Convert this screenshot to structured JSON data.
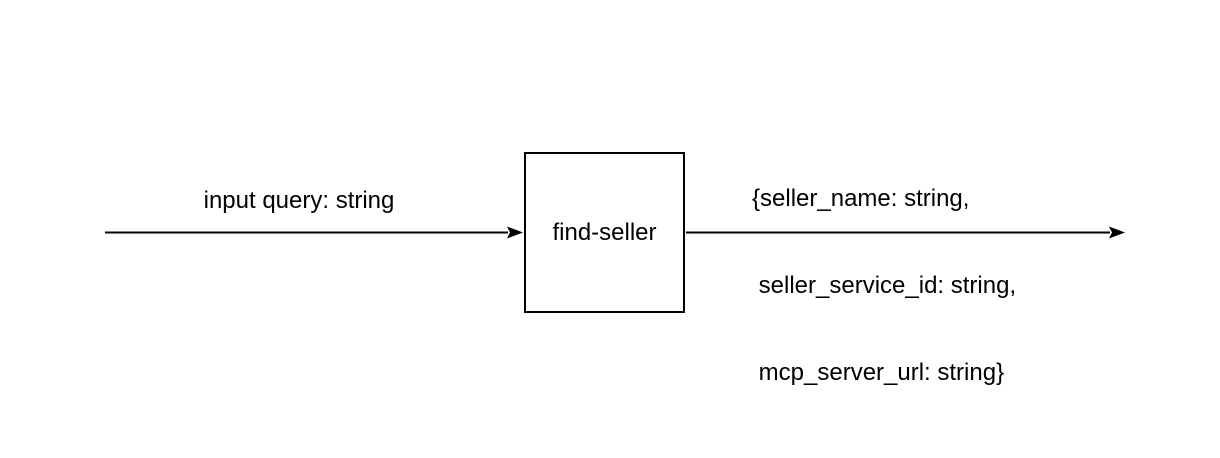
{
  "diagram": {
    "input_label": "input query: string",
    "node_label": "find-seller",
    "output_lines": [
      "{seller_name: string,",
      " seller_service_id: string,",
      " mcp_server_url: string}"
    ],
    "colors": {
      "stroke": "#000000",
      "text": "#000000",
      "node_fill": "#ffffff",
      "background": "#ffffff"
    }
  }
}
